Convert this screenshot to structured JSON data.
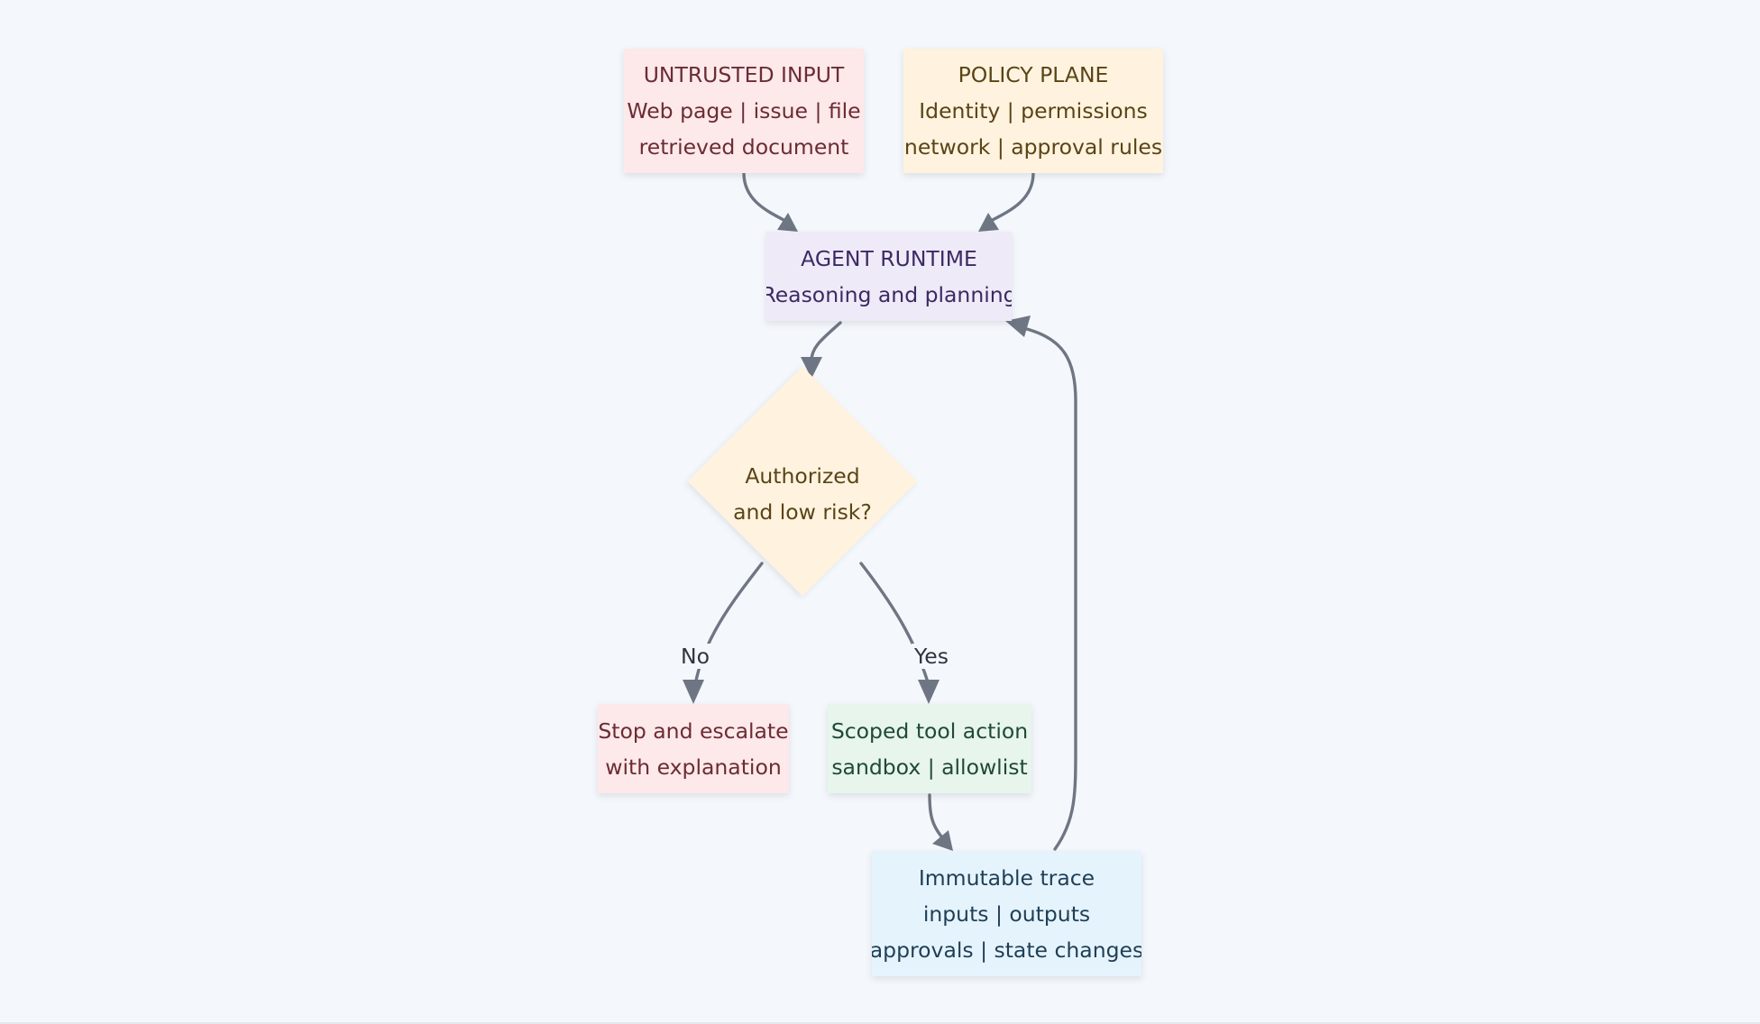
{
  "nodes": {
    "untrusted_input": {
      "title": "UNTRUSTED INPUT",
      "line1": "Web page | issue | file",
      "line2": "retrieved document"
    },
    "policy_plane": {
      "title": "POLICY PLANE",
      "line1": "Identity | permissions",
      "line2": "network | approval rules"
    },
    "agent_runtime": {
      "title": "AGENT RUNTIME",
      "line1": "Reasoning and planning"
    },
    "decision": {
      "line1": "Authorized",
      "line2": "and low risk?"
    },
    "stop_escalate": {
      "line1": "Stop and escalate",
      "line2": "with explanation"
    },
    "scoped_action": {
      "line1": "Scoped tool action",
      "line2": "sandbox | allowlist"
    },
    "immutable_trace": {
      "line1": "Immutable trace",
      "line2": "inputs | outputs",
      "line3": "approvals | state changes"
    }
  },
  "edges": {
    "no_label": "No",
    "yes_label": "Yes"
  },
  "colors": {
    "background": "#f4f7fb",
    "edge": "#6f7683",
    "untrusted": "#fde8ea",
    "policy": "#fff3df",
    "runtime": "#efeaf8",
    "action": "#e7f5ec",
    "trace": "#e5f3fd"
  }
}
